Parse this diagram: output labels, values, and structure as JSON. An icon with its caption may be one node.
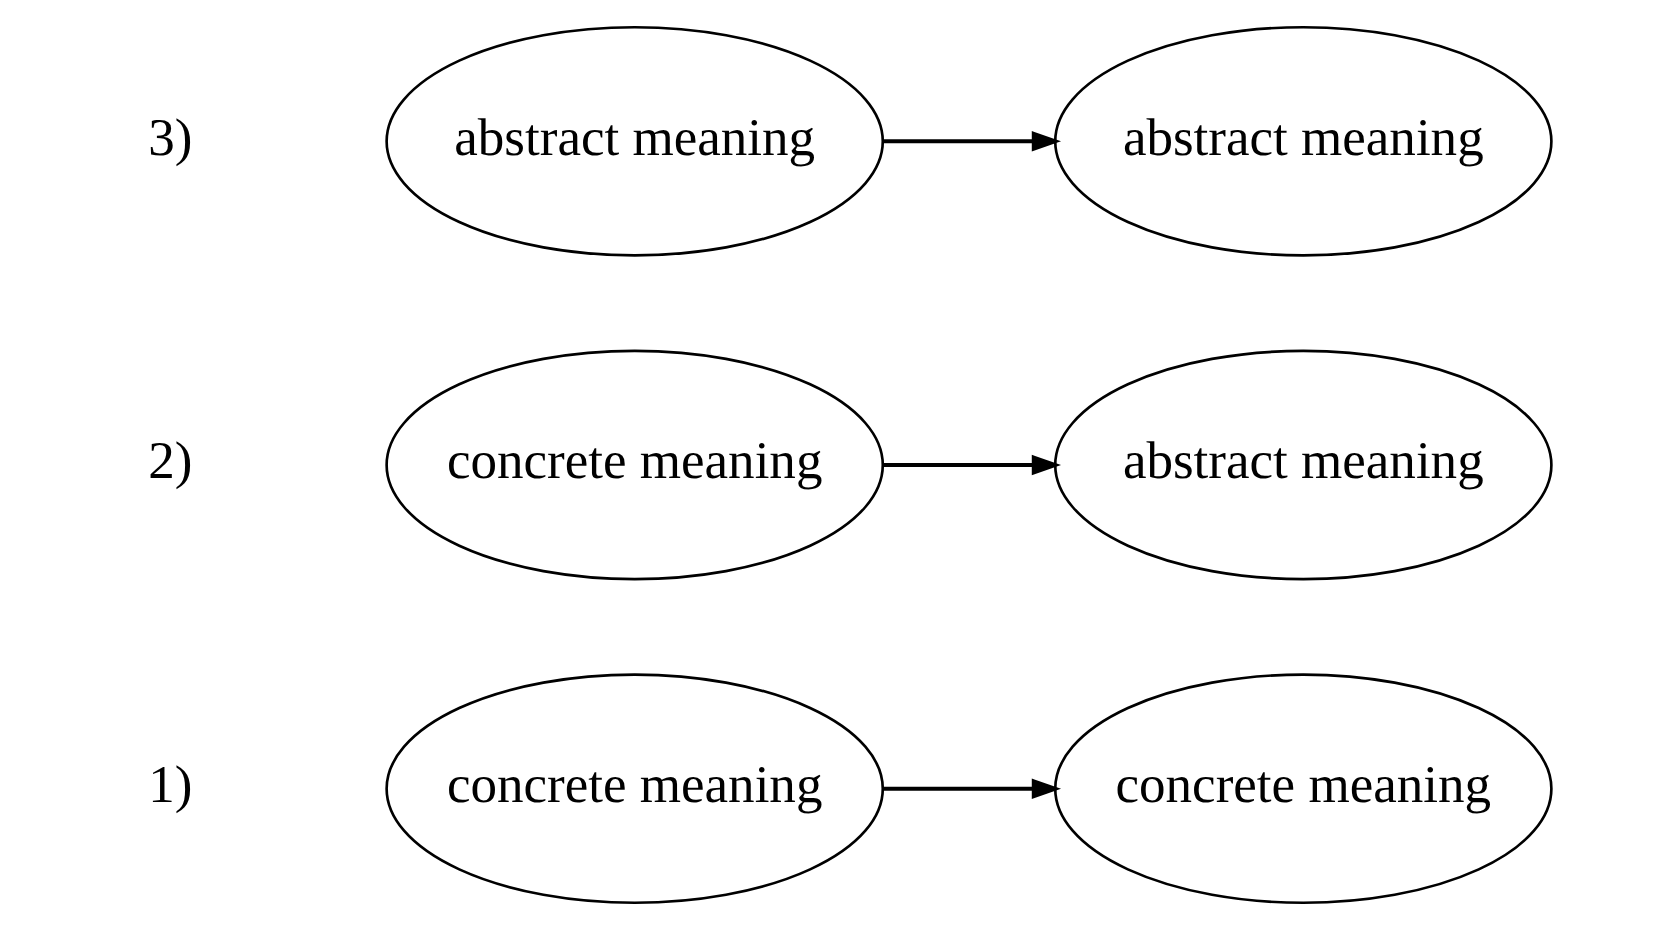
{
  "diagram": {
    "nodes": [
      {
        "text": [
          "concrete meaning"
        ]
      },
      {
        "text": [
          "concrete meaning"
        ]
      },
      {
        "text": [
          "concrete meaning"
        ]
      },
      {
        "text": [
          "abstract meaning"
        ]
      },
      {
        "text": [
          "abstract meaning"
        ]
      },
      {
        "text": [
          "abstract meaning"
        ]
      }
    ],
    "edges": [
      {
        "from": 0,
        "to": 1,
        "arrow": "to"
      },
      {
        "from": 2,
        "to": 3,
        "arrow": "to"
      },
      {
        "from": 4,
        "to": 5,
        "arrow": "to"
      }
    ],
    "labels": [
      "1)",
      "2)",
      "3)"
    ]
  }
}
